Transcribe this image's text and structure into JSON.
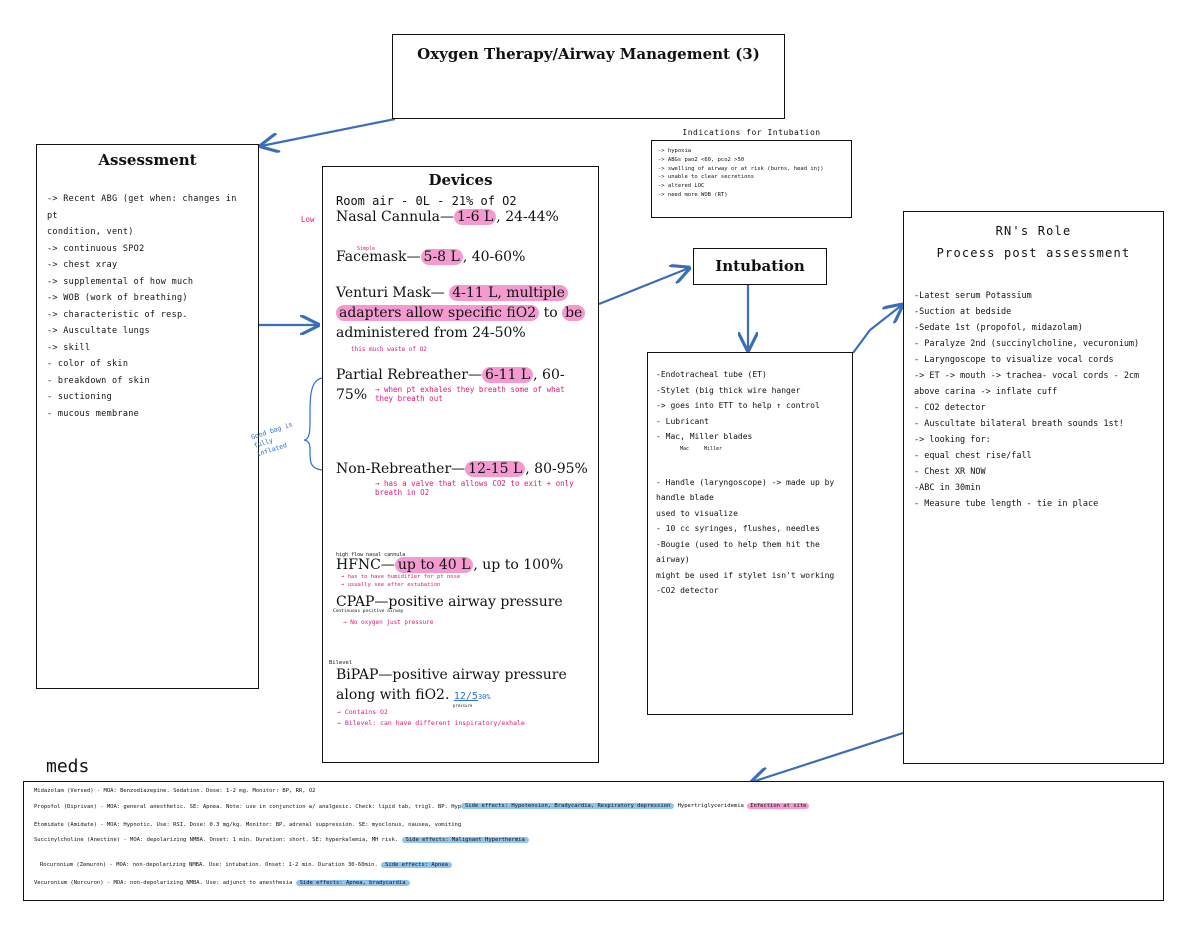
{
  "title": "Oxygen Therapy/Airway Management (3)",
  "assessment": {
    "title": "Assessment",
    "items": [
      "-> Recent ABG (get when: changes in pt",
      "condition, vent)",
      "-> continuous SPO2",
      "-> chest xray",
      "-> supplemental of how much",
      "-> WOB (work of breathing)",
      "-> characteristic of resp.",
      "-> Auscultate lungs",
      "-> skill",
      "- color of skin",
      "- breakdown of skin",
      "- suctioning",
      "- mucous membrane"
    ]
  },
  "devices": {
    "title": "Devices",
    "room_air": "Room air - 0L - 21% of O2",
    "nasal": {
      "label": "Nasal Cannula—",
      "flow": "1-6 L",
      "rest": ", 24-44%",
      "note": "Low"
    },
    "facemask": {
      "label": "Facemask—",
      "flow": "5-8 L",
      "rest": ", 40-60%",
      "note": "Simple"
    },
    "venturi": {
      "label": "Venturi Mask— ",
      "flow": "4-11 L, multiple",
      "hl2": "adapters allow specific fiO2",
      "rest1": " to ",
      "hl3": "be",
      "rest2": " administered from 24-50%",
      "note": "this much waste of O2"
    },
    "partial": {
      "label": "Partial Rebreather—",
      "flow": "6-11 L",
      "rest": ", 60-75%",
      "note": "→ when pt exhales they breath some of what they breath out"
    },
    "bag_note": "Good bag is fully inflated",
    "nonreb": {
      "label": "Non-Rebreather—",
      "flow": "12-15 L",
      "rest": ", 80-95%",
      "note": "→ has a valve that allows CO2 to exit + only breath in O2"
    },
    "hfnc": {
      "above": "high flow nasal cannula",
      "label": "HFNC—",
      "flow": "up to 40 L",
      "rest": ", up to 100%",
      "note1": "→ has to have humidifier for pt nose",
      "note2": "→ usually see after extubation"
    },
    "cpap": {
      "above": "Continuous positive airway",
      "label": "CPAP—positive airway pressure",
      "note": "→ No oxygen just pressure"
    },
    "bipap": {
      "above": "Bilevel",
      "label": "BiPAP—positive airway pressure along with fiO2.",
      "frac": "12/5",
      "pct": "30%",
      "frac_note": "pressure",
      "note1": "→ Contains O2",
      "note2": "→ Bilevel: can have different inspiratory/exhale"
    }
  },
  "indications": {
    "title": "Indications for Intubation",
    "items": [
      "-> hypoxia",
      "-> ABGs pao2 <60, pco2 >50",
      "-> swelling of airway or at risk (burns, head inj)",
      "-> unable to clear secretions",
      "-> altered LOC",
      "-> need more WOB (RT)"
    ]
  },
  "intubation": {
    "title": "Intubation",
    "items": [
      "-Endotracheal tube (ET)",
      "-Stylet (big thick wire hanger",
      "-> goes into ETT to help ↑ control",
      "- Lubricant",
      "- Mac, Miller blades",
      "",
      "",
      "- Handle (laryngoscope) -> made up by",
      "handle blade",
      "used to visualize",
      "- 10 cc syringes, flushes, needles",
      "-Bougie (used to help them hit the",
      "airway)",
      "might be used if stylet isn't working",
      "-CO2 detector"
    ],
    "blade_mac": "Mac",
    "blade_miller": "Miller"
  },
  "rn": {
    "title1": "RN's Role",
    "title2": "Process post assessment",
    "items": [
      "-Latest serum Potassium",
      "-Suction at bedside",
      "-Sedate 1st (propofol, midazolam)",
      "- Paralyze 2nd (succinylcholine, vecuronium)",
      "- Laryngoscope to visualize vocal cords",
      "-> ET -> mouth -> trachea- vocal cords - 2cm",
      "above carina -> inflate cuff",
      "- CO2 detector",
      "- Auscultate bilateral breath sounds 1st!",
      "-> looking for:",
      "- equal chest rise/fall",
      "- Chest XR NOW",
      "-ABC in 30min",
      "- Measure tube length - tie in place"
    ]
  },
  "meds": {
    "label": "meds",
    "rows": [
      {
        "text": "Midazolam (Versed) - MOA: Benzodiazepine. Sedation. Dose: 1-2 mg. Monitor: BP, RR, O2",
        "tags": []
      },
      {
        "text": "Propofol (Diprivan) - MOA: general anesthetic. SE: Apnea. Note: use in conjunction w/ analgesic. Check: lipid tab, trigl. BP. Hypotension.",
        "tags": [
          "Side effects: Hypotension, Bradycardia, Respiratory depression",
          "Hypertriglyceridemia"
        ],
        "pink": "Infection at site"
      },
      {
        "text": "Etomidate (Amidate) - MOA: Hypnotic. Use: RSI. Dose: 0.3 mg/kg. Monitor: BP, adrenal suppression. SE: myoclonus, nausea, vomiting",
        "tags": []
      },
      {
        "text": "Succinylcholine (Anectine) - MOA: depolarizing NMBA. Onset: 1 min. Duration: short. SE: hyperkalemia, MH risk.",
        "tags": [
          "Side effects: Malignant Hyperthermia"
        ]
      },
      {
        "text": "Rocuronium (Zemuron) - MOA: non-depolarizing NMBA. Use: intubation. Onset: 1-2 min. Duration 30-60min.",
        "tags": [
          "Side effects: Apnea"
        ]
      },
      {
        "text": "Vecuronium (Norcuron) - MOA: non-depolarizing NMBA. Use: adjunct to anesthesia",
        "tags": [
          "Side effects: Apnea, bradycardia"
        ]
      }
    ]
  }
}
